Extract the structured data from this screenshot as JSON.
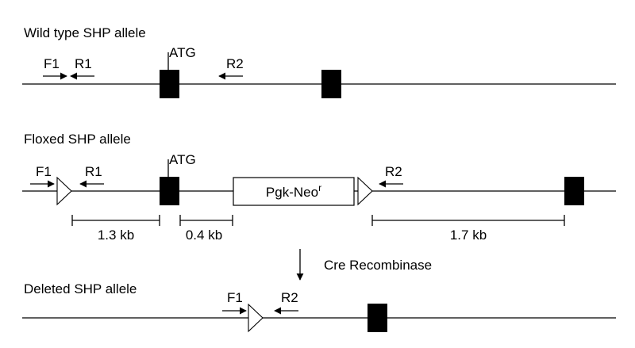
{
  "alleles": {
    "wild_type": {
      "title": "Wild type SHP allele",
      "primers": {
        "f1": "F1",
        "r1": "R1",
        "r2": "R2"
      },
      "atg": "ATG"
    },
    "floxed": {
      "title": "Floxed SHP allele",
      "primers": {
        "f1": "F1",
        "r1": "R1",
        "r2": "R2"
      },
      "atg": "ATG",
      "cassette": {
        "label": "Pgk-Neo",
        "superscript": "r"
      },
      "distances": {
        "d1": "1.3 kb",
        "d2": "0.4 kb",
        "d3": "1.7 kb"
      }
    },
    "deleted": {
      "title": "Deleted SHP allele",
      "primers": {
        "f1": "F1",
        "r2": "R2"
      }
    }
  },
  "transition": {
    "label": "Cre Recombinase"
  }
}
